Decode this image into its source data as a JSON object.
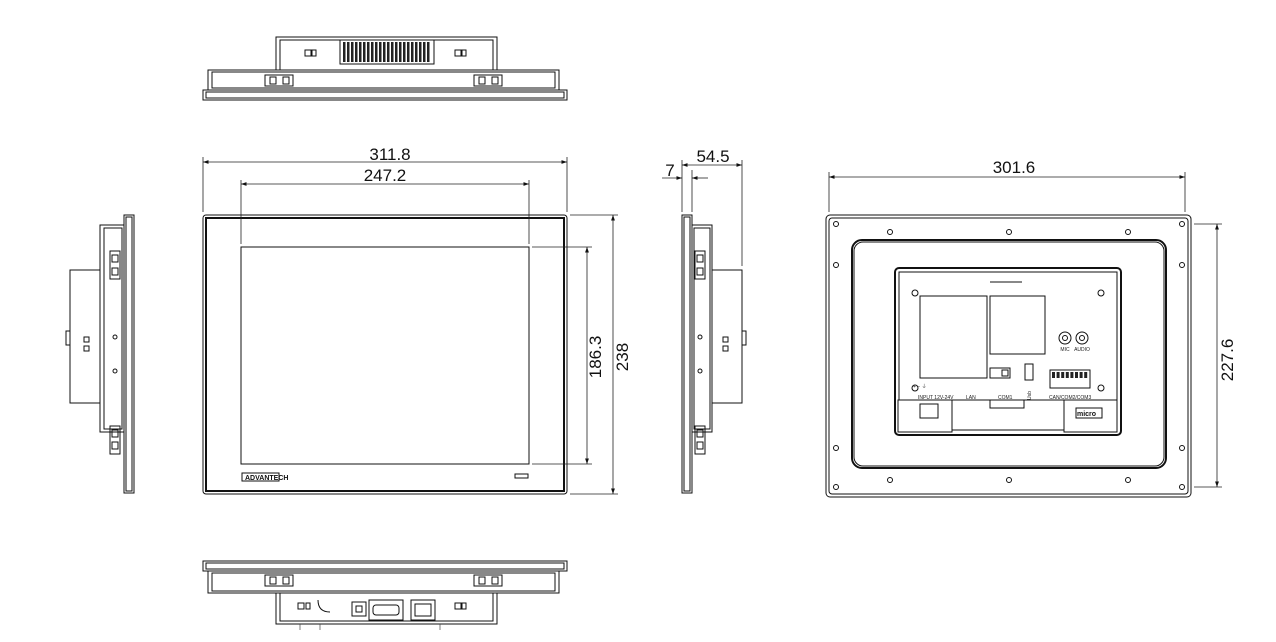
{
  "dimensions": {
    "front_width": "311.8",
    "front_viewable_width": "247.2",
    "front_viewable_height": "186.3",
    "front_height": "238",
    "side_bezel_depth": "7",
    "side_total_depth": "54.5",
    "rear_mount_width": "301.6",
    "rear_mount_height": "227.6"
  },
  "front_panel": {
    "logo_text": "ADVANTECH"
  },
  "rear_io_labels": {
    "input": "INPUT 12V-24V",
    "lan": "LAN",
    "com1": "COM1",
    "usb": "Usb",
    "can": "CAN/COM2/COM3",
    "mic": "MIC",
    "audio": "AUDIO",
    "micro": "micro"
  }
}
